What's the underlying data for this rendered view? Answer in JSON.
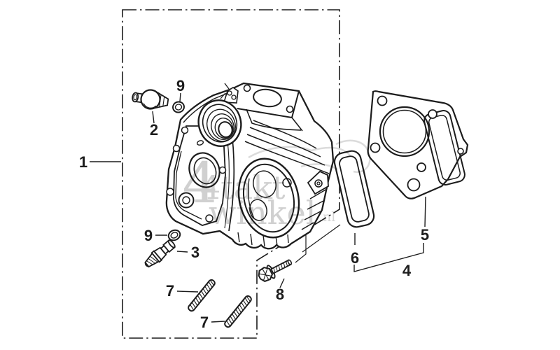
{
  "image": {
    "background": "#ffffff",
    "line_color": "#1c1c1c",
    "watermark_color": "#c4c4c4"
  },
  "watermark": {
    "line1": "4takt",
    "line2": "winkel",
    "suffix": ".nl"
  },
  "callouts": {
    "c1": "1",
    "c2": "2",
    "c3": "3",
    "c4": "4",
    "c5": "5",
    "c6": "6",
    "c7a": "7",
    "c7b": "7",
    "c8": "8",
    "c9a": "9",
    "c9b": "9"
  }
}
